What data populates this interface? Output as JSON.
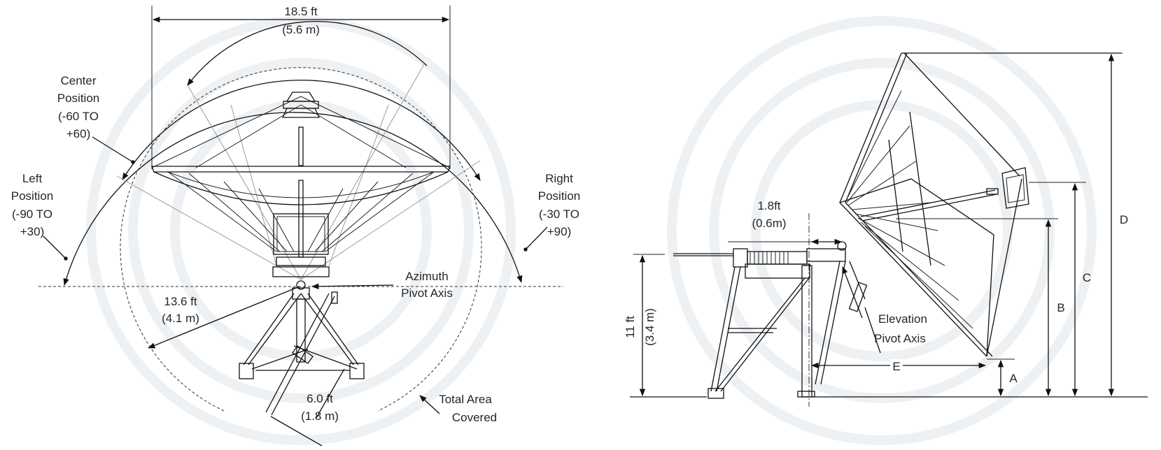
{
  "front_view": {
    "width_ft": "18.5 ft",
    "width_m": "(5.6 m)",
    "center_position": [
      "Center",
      "Position",
      "(-60 TO",
      "+60)"
    ],
    "left_position": [
      "Left",
      "Position",
      "(-90 TO",
      "+30)"
    ],
    "right_position": [
      "Right",
      "Position",
      "(-30 TO",
      "+90)"
    ],
    "azimuth_pivot": [
      "Azimuth",
      "Pivot Axis"
    ],
    "radius_ft": "13.6 ft",
    "radius_m": "(4.1 m)",
    "leg_ft": "6.0 ft",
    "leg_m": "(1.8 m)",
    "total_area": [
      "Total Area",
      "Covered"
    ]
  },
  "side_view": {
    "offset_ft": "1.8ft",
    "offset_m": "(0.6m)",
    "height_ft": "11 ft",
    "height_m": "(3.4 m)",
    "elevation_pivot": [
      "Elevation",
      "Pivot Axis"
    ],
    "dim_a": "A",
    "dim_b": "B",
    "dim_c": "C",
    "dim_d": "D",
    "dim_e": "E"
  },
  "colors": {
    "line": "#111111",
    "text": "#262626",
    "watermark": "#eef1f4"
  }
}
